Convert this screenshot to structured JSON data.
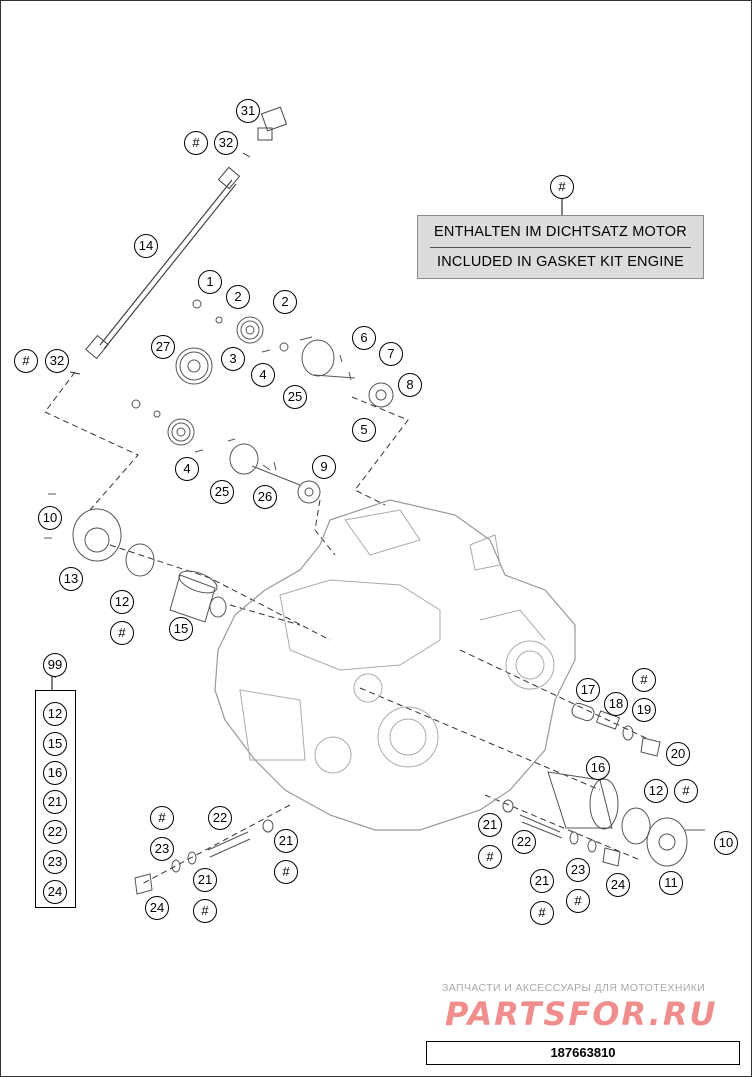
{
  "legend": {
    "hash_symbol": "#",
    "line_de": "ENTHALTEN IM DICHTSATZ MOTOR",
    "line_en": "INCLUDED IN GASKET KIT ENGINE"
  },
  "callouts": {
    "c31": "31",
    "c32a": "32",
    "hash_a": "#",
    "c14": "14",
    "c32b": "32",
    "hash_b": "#",
    "c1": "1",
    "c2a": "2",
    "c2b": "2",
    "c27": "27",
    "c3": "3",
    "c4a": "4",
    "c6": "6",
    "c7": "7",
    "c8": "8",
    "c25a": "25",
    "c5": "5",
    "c4b": "4",
    "c25b": "25",
    "c26": "26",
    "c9": "9",
    "c10a": "10",
    "c13": "13",
    "c12a": "12",
    "hash_c": "#",
    "c15": "15",
    "c17": "17",
    "c18": "18",
    "hash_d": "#",
    "c19": "19",
    "c20": "20",
    "c16": "16",
    "c12b": "12",
    "hash_e": "#",
    "c10b": "10",
    "c11": "11",
    "c22a": "22",
    "hash_f": "#",
    "c23a": "23",
    "c21a": "21",
    "hash_g": "#",
    "c21b": "21",
    "hash_h": "#",
    "c24a": "24",
    "c21c": "21",
    "hash_i": "#",
    "c22b": "22",
    "c21d": "21",
    "hash_j": "#",
    "c23b": "23",
    "hash_k": "#",
    "c24b": "24"
  },
  "gasket_kit": {
    "header": "99",
    "items": [
      "12",
      "15",
      "16",
      "21",
      "22",
      "23",
      "24"
    ]
  },
  "watermark": {
    "tagline": "ЗАПЧАСТИ И АКСЕССУАРЫ ДЛЯ МОТОТЕХНИКИ",
    "logo": "PARTSFOR.RU"
  },
  "diagram_code": "187663810"
}
